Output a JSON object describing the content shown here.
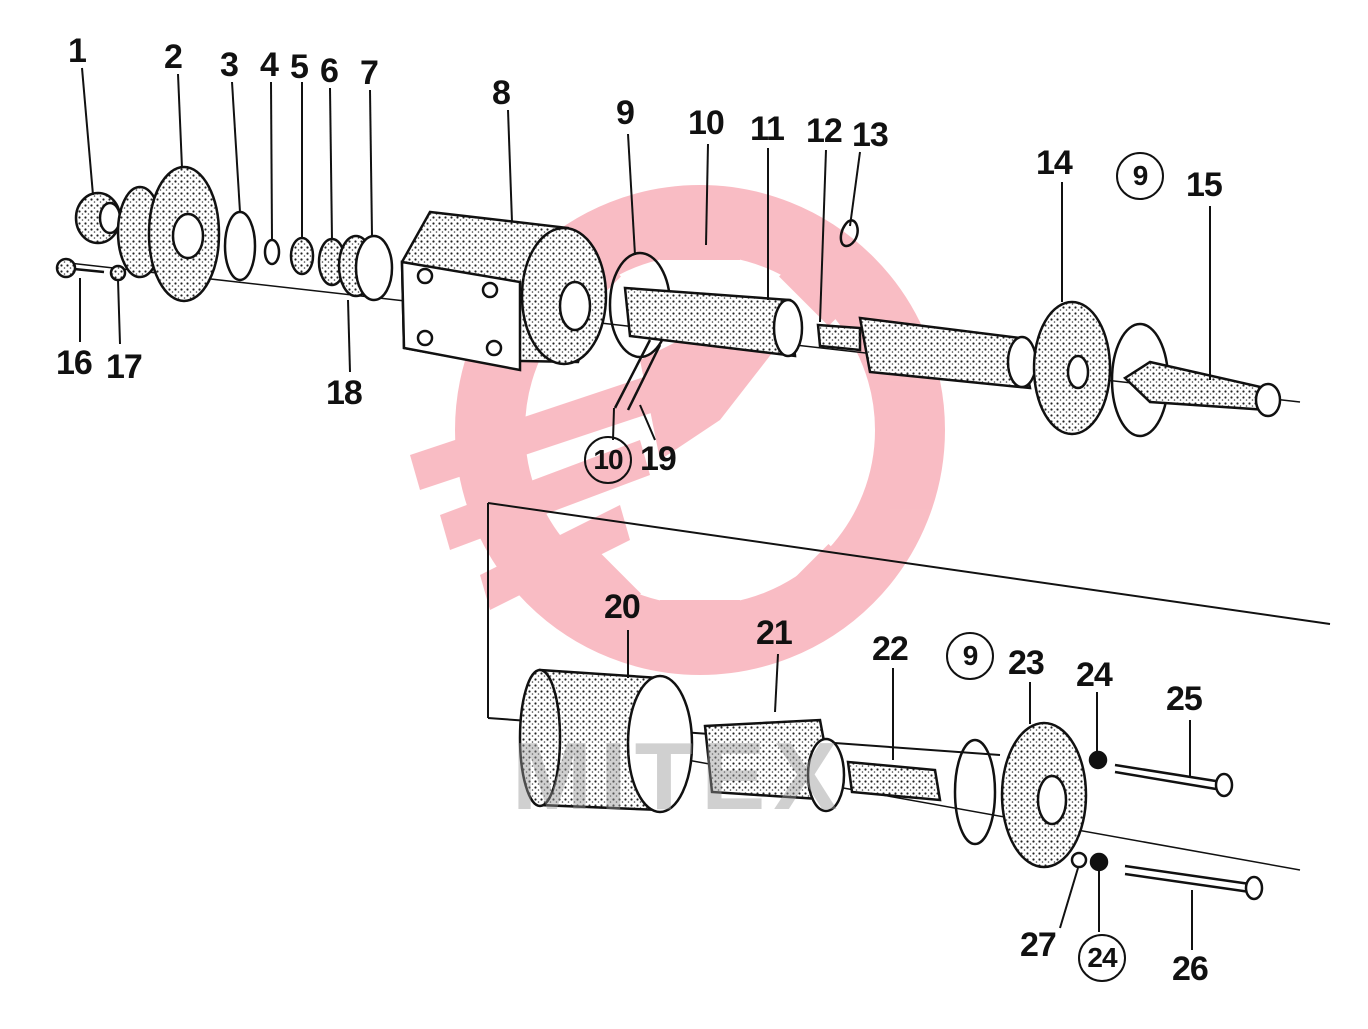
{
  "watermark": {
    "text": "MITEX",
    "color": "#f26d7d"
  },
  "callouts": [
    {
      "id": "c1",
      "text": "1"
    },
    {
      "id": "c2",
      "text": "2"
    },
    {
      "id": "c3",
      "text": "3"
    },
    {
      "id": "c4",
      "text": "4"
    },
    {
      "id": "c5",
      "text": "5"
    },
    {
      "id": "c6",
      "text": "6"
    },
    {
      "id": "c7",
      "text": "7"
    },
    {
      "id": "c8",
      "text": "8"
    },
    {
      "id": "c9",
      "text": "9"
    },
    {
      "id": "c10",
      "text": "10"
    },
    {
      "id": "c11",
      "text": "11"
    },
    {
      "id": "c12",
      "text": "12"
    },
    {
      "id": "c13",
      "text": "13"
    },
    {
      "id": "c14",
      "text": "14"
    },
    {
      "id": "c9b",
      "text": "9"
    },
    {
      "id": "c15",
      "text": "15"
    },
    {
      "id": "c16",
      "text": "16"
    },
    {
      "id": "c17",
      "text": "17"
    },
    {
      "id": "c18",
      "text": "18"
    },
    {
      "id": "c10b",
      "text": "10"
    },
    {
      "id": "c19",
      "text": "19"
    },
    {
      "id": "c20",
      "text": "20"
    },
    {
      "id": "c21",
      "text": "21"
    },
    {
      "id": "c22",
      "text": "22"
    },
    {
      "id": "c9c",
      "text": "9"
    },
    {
      "id": "c23",
      "text": "23"
    },
    {
      "id": "c24",
      "text": "24"
    },
    {
      "id": "c25",
      "text": "25"
    },
    {
      "id": "c27",
      "text": "27"
    },
    {
      "id": "c24b",
      "text": "24"
    },
    {
      "id": "c26",
      "text": "26"
    }
  ]
}
